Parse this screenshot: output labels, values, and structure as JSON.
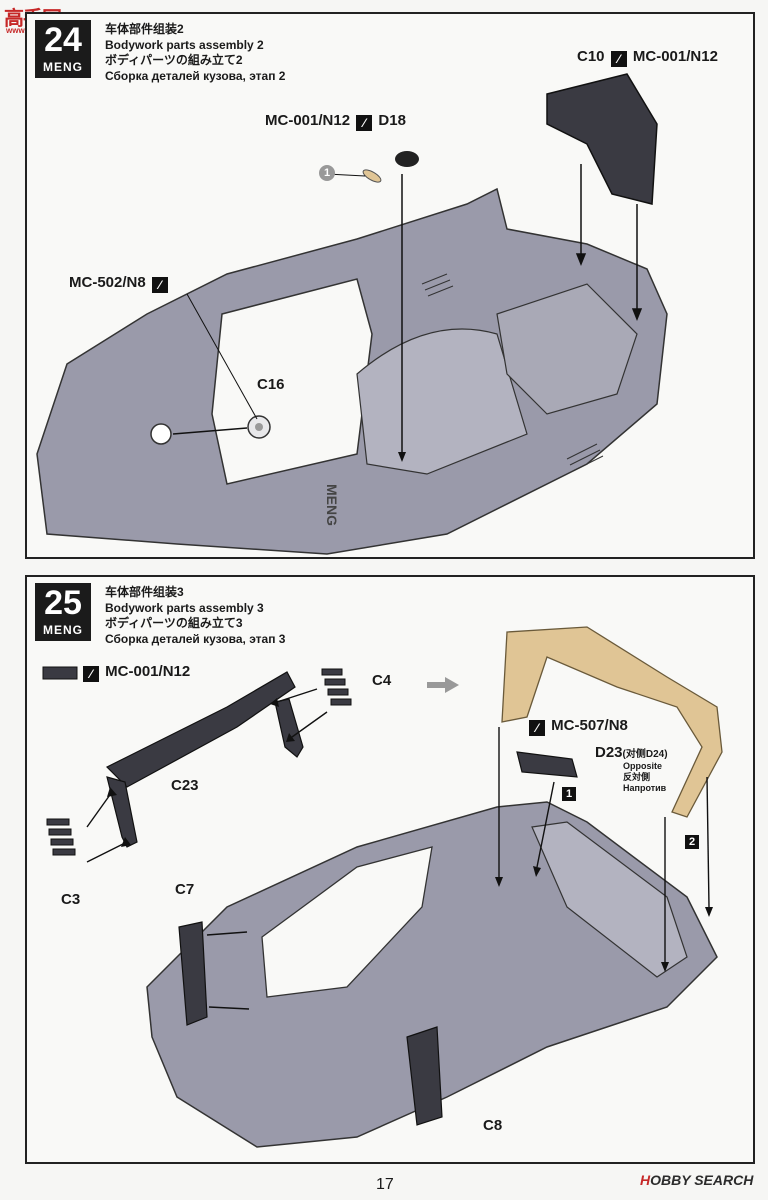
{
  "watermark": {
    "chinese": "高手网",
    "url": "www.gaoshou.com"
  },
  "step24": {
    "number": "24",
    "brand": "MENG",
    "title_cn": "车体部件组装2",
    "title_en": "Bodywork parts assembly 2",
    "title_jp": "ボディパーツの組み立て2",
    "title_ru": "Сборка деталей кузова, этап 2",
    "callouts": {
      "c10": "C10",
      "c10_paint": "MC-001/N12",
      "d18_paint": "MC-001/N12",
      "d18": "D18",
      "one": "1",
      "mc502": "MC-502/N8",
      "c16": "C16"
    }
  },
  "step25": {
    "number": "25",
    "brand": "MENG",
    "title_cn": "车体部件组装3",
    "title_en": "Bodywork parts assembly 3",
    "title_jp": "ボディパーツの組み立て3",
    "title_ru": "Сборка деталей кузова, этап 3",
    "callouts": {
      "legend_paint": "MC-001/N12",
      "c4": "C4",
      "c23": "C23",
      "c3": "C3",
      "c7": "C7",
      "c8": "C8",
      "mc507": "MC-507/N8",
      "d23": "D23",
      "d23_opposite_cn": "(对侧D24)",
      "opposite_en": "Opposite",
      "opposite_jp": "反対側",
      "opposite_ru": "Напротив",
      "marker1": "1",
      "marker2": "2"
    }
  },
  "page_number": "17",
  "footer_brand_prefix": "H",
  "footer_brand": "OBBY SEARCH",
  "colors": {
    "body_grey": "#9a9aaa",
    "dark_part": "#3a3a42",
    "tan_part": "#e0c595",
    "ink": "#1a1a1a"
  }
}
